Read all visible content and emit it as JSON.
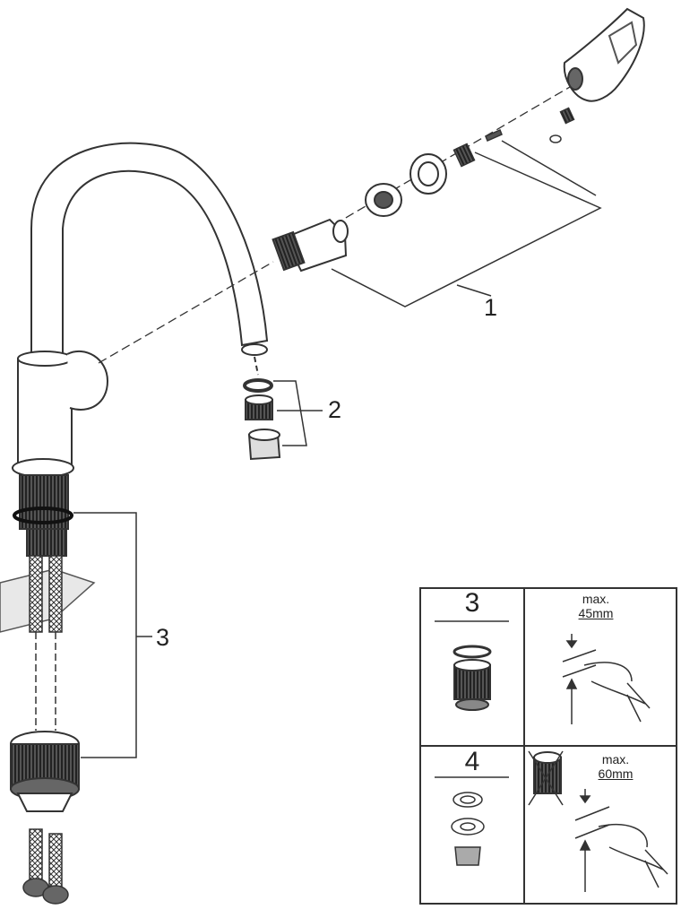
{
  "callouts": [
    "1",
    "2",
    "3"
  ],
  "inset": {
    "cells": [
      {
        "number": "3",
        "max_label": "max.",
        "max_value": "45mm"
      },
      {
        "number": "4",
        "max_label": "max.",
        "max_value": "60mm"
      }
    ]
  }
}
